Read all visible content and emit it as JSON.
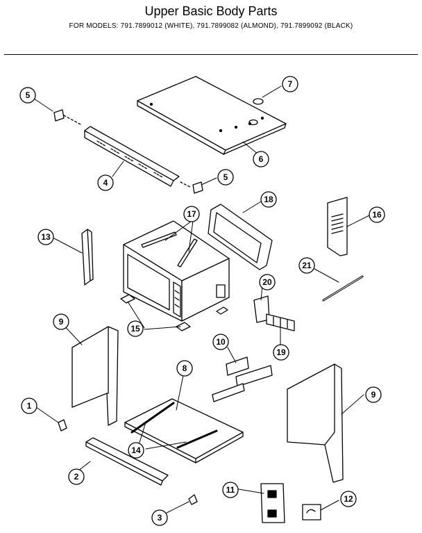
{
  "header": {
    "title": "Upper Basic Body Parts",
    "subtitle": "FOR MODELS:  791.7899012 (WHITE), 791.7899082 (ALMOND), 791.7899092 (BLACK)"
  },
  "callouts": {
    "c1": "1",
    "c2": "2",
    "c3": "3",
    "c4": "4",
    "c5a": "5",
    "c5b": "5",
    "c6": "6",
    "c7": "7",
    "c8": "8",
    "c9a": "9",
    "c9b": "9",
    "c10": "10",
    "c11": "11",
    "c12": "12",
    "c13": "13",
    "c14": "14",
    "c15": "15",
    "c16": "16",
    "c17": "17",
    "c18": "18",
    "c19": "19",
    "c20": "20",
    "c21": "21"
  }
}
